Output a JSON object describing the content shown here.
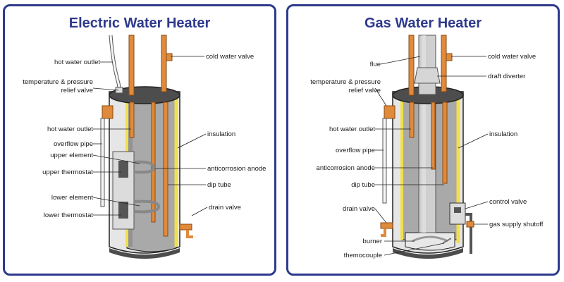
{
  "colors": {
    "title": "#2e3a8c",
    "frame": "#2e3a8c",
    "copper": "#e08a3c",
    "tank_shell": "#e6e6e6",
    "tank_inside": "#a9a9a9",
    "insulation": "#f2e04b",
    "pipe_white": "#f5f5f5"
  },
  "electric": {
    "title": "Electric Water Heater",
    "labels": {
      "hot_outlet_top": "hot water outlet",
      "tpr_valve_1": "temperature & pressure",
      "tpr_valve_2": "relief valve",
      "hot_outlet": "hot water outlet",
      "overflow_pipe": "overflow pipe",
      "upper_element": "upper element",
      "upper_thermostat": "upper thermostat",
      "lower_element": "lower element",
      "lower_thermostat": "lower thermostat",
      "cold_valve": "cold water valve",
      "insulation": "insulation",
      "anode": "anticorrosion anode",
      "dip_tube": "dip tube",
      "drain_valve": "drain valve"
    }
  },
  "gas": {
    "title": "Gas Water Heater",
    "labels": {
      "flue": "flue",
      "tpr_valve_1": "temperature & pressure",
      "tpr_valve_2": "relief valve",
      "hot_outlet": "hot water outlet",
      "overflow_pipe": "overflow pipe",
      "anode": "anticorrosion anode",
      "dip_tube": "dip tube",
      "drain_valve": "drain valve",
      "burner": "burner",
      "thermocouple": "themocouple",
      "cold_valve": "cold water valve",
      "draft_diverter": "draft diverter",
      "insulation": "insulation",
      "control_valve": "control valve",
      "gas_shutoff": "gas supply shutoff"
    }
  }
}
